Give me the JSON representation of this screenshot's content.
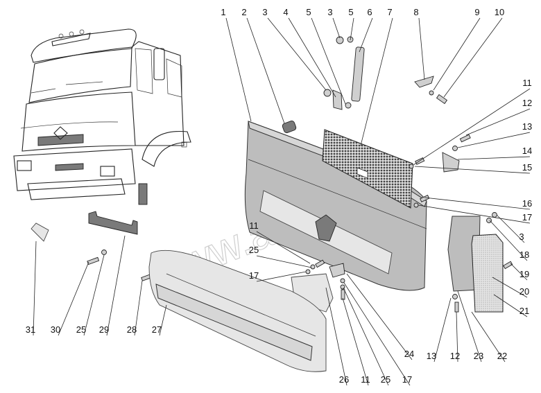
{
  "diagram": {
    "title": "Exploded view: cab front panel, grille, bumper and fittings",
    "watermark": "www.atb74.ru",
    "colors": {
      "ink": "#222222",
      "panel_gray": "#bdbdbd",
      "panel_light": "#d6d6d6",
      "mesh_dark": "#555555",
      "watermark": "#cfcfcf",
      "background": "#ffffff"
    },
    "callouts": [
      {
        "id": "c1",
        "label": "1",
        "part": "front-panel"
      },
      {
        "id": "c2",
        "label": "2",
        "part": "bump-stop"
      },
      {
        "id": "c3a",
        "label": "3",
        "part": "nut"
      },
      {
        "id": "c4",
        "label": "4",
        "part": "bracket"
      },
      {
        "id": "c5a",
        "label": "5",
        "part": "washer"
      },
      {
        "id": "c3b",
        "label": "3",
        "part": "nut"
      },
      {
        "id": "c5b",
        "label": "5",
        "part": "washer"
      },
      {
        "id": "c6",
        "label": "6",
        "part": "gas-strut"
      },
      {
        "id": "c7",
        "label": "7",
        "part": "grille-mesh"
      },
      {
        "id": "c8",
        "label": "8",
        "part": "hinge-bracket"
      },
      {
        "id": "c9",
        "label": "9",
        "part": "washer"
      },
      {
        "id": "c10",
        "label": "10",
        "part": "bolt"
      },
      {
        "id": "c11a",
        "label": "11",
        "part": "screw"
      },
      {
        "id": "c12a",
        "label": "12",
        "part": "bolt"
      },
      {
        "id": "c13a",
        "label": "13",
        "part": "nut"
      },
      {
        "id": "c14",
        "label": "14",
        "part": "mounting-bracket"
      },
      {
        "id": "c15",
        "label": "15",
        "part": "washer"
      },
      {
        "id": "c16",
        "label": "16",
        "part": "screw"
      },
      {
        "id": "c17a",
        "label": "17",
        "part": "washer"
      },
      {
        "id": "c3c",
        "label": "3",
        "part": "nut"
      },
      {
        "id": "c18",
        "label": "18",
        "part": "nut"
      },
      {
        "id": "c19",
        "label": "19",
        "part": "screw"
      },
      {
        "id": "c20",
        "label": "20",
        "part": "corner-panel-cover"
      },
      {
        "id": "c21",
        "label": "21",
        "part": "corner-panel-cover"
      },
      {
        "id": "c22",
        "label": "22",
        "part": "corner-panel"
      },
      {
        "id": "c23",
        "label": "23",
        "part": "corner-panel"
      },
      {
        "id": "c12b",
        "label": "12",
        "part": "bolt"
      },
      {
        "id": "c13b",
        "label": "13",
        "part": "nut"
      },
      {
        "id": "c24",
        "label": "24",
        "part": "bracket-plate"
      },
      {
        "id": "c17b",
        "label": "17",
        "part": "washer"
      },
      {
        "id": "c25a",
        "label": "25",
        "part": "nut"
      },
      {
        "id": "c11b",
        "label": "11",
        "part": "screw"
      },
      {
        "id": "c26",
        "label": "26",
        "part": "bumper-bracket"
      },
      {
        "id": "c11c",
        "label": "11",
        "part": "screw"
      },
      {
        "id": "c25b",
        "label": "25",
        "part": "nut"
      },
      {
        "id": "c17c",
        "label": "17",
        "part": "washer"
      },
      {
        "id": "c27",
        "label": "27",
        "part": "bumper"
      },
      {
        "id": "c28",
        "label": "28",
        "part": "screw"
      },
      {
        "id": "c29",
        "label": "29",
        "part": "step-handle"
      },
      {
        "id": "c25c",
        "label": "25",
        "part": "nut"
      },
      {
        "id": "c30",
        "label": "30",
        "part": "bolt"
      },
      {
        "id": "c31",
        "label": "31",
        "part": "emblem"
      }
    ]
  }
}
